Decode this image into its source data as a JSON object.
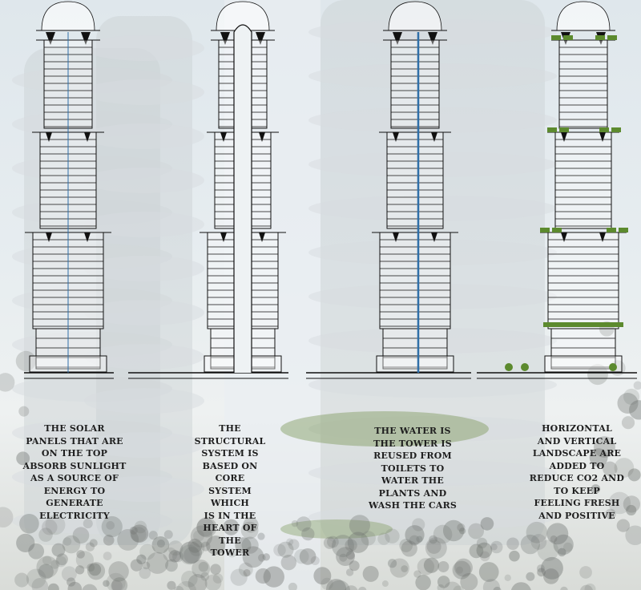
{
  "diagram": {
    "panels": [
      {
        "id": "solar",
        "caption": "The solar\npanels that are\non the top\nabsorb sunlight\nas a source of\nenergy to\ngenerate\nelectricity"
      },
      {
        "id": "structure",
        "caption": "The\nstructural\nsystem is\nbased on core\nsystem which\nis in the\nheart of the\ntower"
      },
      {
        "id": "water",
        "caption": "The water is\nthe tower is\nreused from\ntoilets to\nwater the\nplants and\nwash the cars"
      },
      {
        "id": "landscape",
        "caption": "Horizontal\nand vertical\nlandscape are\nadded to\nreduce CO2 and\nto keep\nfeeling fresh\nand positive"
      }
    ],
    "colors": {
      "line": "#111111",
      "water": "#2f6fa8",
      "green": "#5c8a2e",
      "tower_ghost": "#c9d0d3",
      "trees": "#6f7370"
    }
  }
}
